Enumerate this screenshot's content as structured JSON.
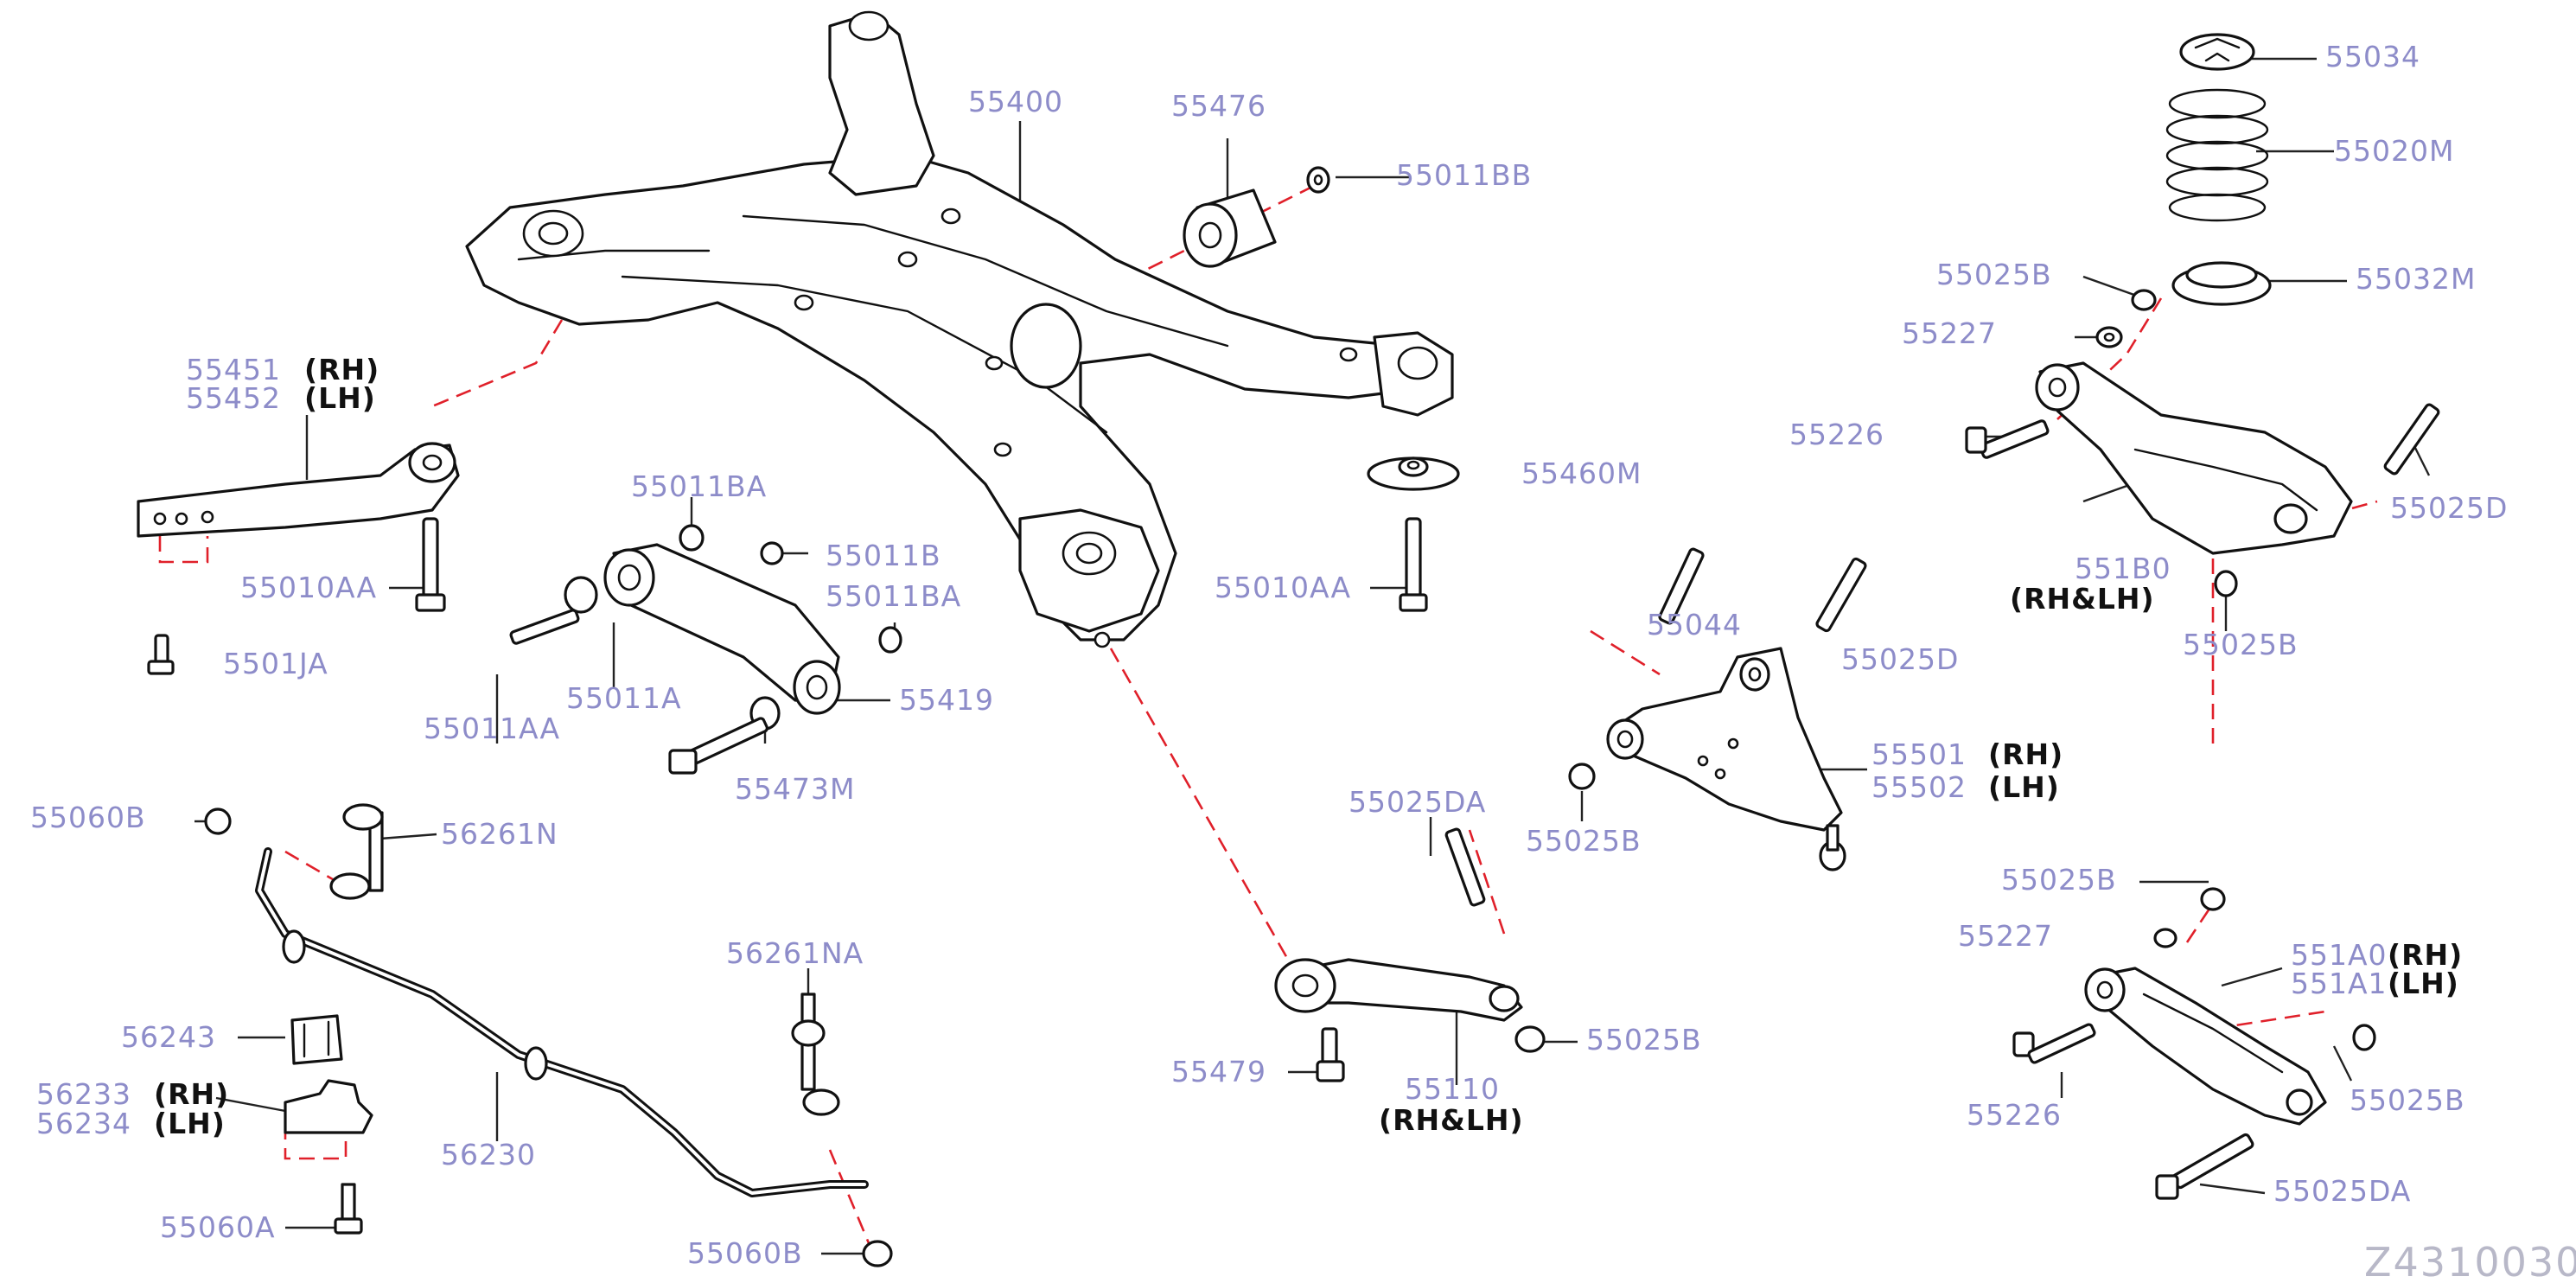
{
  "diagram_code": "Z4310030",
  "labels": {
    "p55400": "55400",
    "p55476": "55476",
    "p55011BB": "55011BB",
    "p55034": "55034",
    "p55020M": "55020M",
    "p55032M": "55032M",
    "p55025B_a": "55025B",
    "p55227_a": "55227",
    "p55226_a": "55226",
    "p55025D": "55025D",
    "p551B0": "551B0",
    "p551B0_side": "(RH&LH)",
    "p55025B_b": "55025B",
    "p55451": "55451",
    "p55451_side": "(RH)",
    "p55452": "55452",
    "p55452_side": "(LH)",
    "p55011BA_a": "55011BA",
    "p55011B": "55011B",
    "p55011BA_b": "55011BA",
    "p55460M": "55460M",
    "p55010AA_a": "55010AA",
    "p55010AA_b": "55010AA",
    "p5501JA": "5501JA",
    "p55011AA": "55011AA",
    "p55011A": "55011A",
    "p55419": "55419",
    "p55473M": "55473M",
    "p55044": "55044",
    "p55025D_b": "55025D",
    "p55501": "55501",
    "p55501_side": "(RH)",
    "p55502": "55502",
    "p55502_side": "(LH)",
    "p55025B_c": "55025B",
    "p55060B_a": "55060B",
    "p56261N": "56261N",
    "p55025DA_a": "55025DA",
    "p56261NA": "56261NA",
    "p56243": "56243",
    "p56233": "56233",
    "p56233_side": "(RH)",
    "p56234": "56234",
    "p56234_side": "(LH)",
    "p56230": "56230",
    "p55060A": "55060A",
    "p55060B_b": "55060B",
    "p55479": "55479",
    "p55110": "55110",
    "p55110_side": "(RH&LH)",
    "p55025B_d": "55025B",
    "p55025B_e": "55025B",
    "p55227_b": "55227",
    "p551A0": "551A0",
    "p551A0_side": "(RH)",
    "p551A1": "551A1",
    "p551A1_side": "(LH)",
    "p55226_b": "55226",
    "p55025B_f": "55025B",
    "p55025DA_b": "55025DA"
  }
}
